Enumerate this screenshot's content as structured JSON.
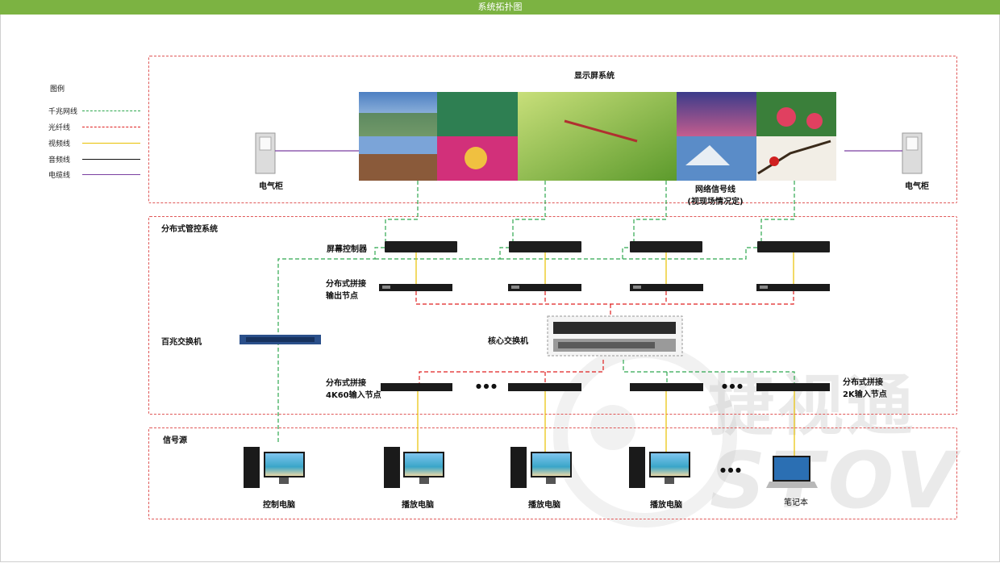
{
  "window": {
    "title": "系统拓扑图"
  },
  "legend": {
    "title": "图例",
    "items": [
      {
        "label": "千兆网线",
        "color": "#2fa84f",
        "style": "dashed"
      },
      {
        "label": "光纤线",
        "color": "#e02020",
        "style": "dashed"
      },
      {
        "label": "视频线",
        "color": "#e8c000",
        "style": "solid"
      },
      {
        "label": "音频线",
        "color": "#111111",
        "style": "solid"
      },
      {
        "label": "电缆线",
        "color": "#7a3fa0",
        "style": "solid"
      }
    ]
  },
  "display_system": {
    "title": "显示屏系统",
    "left_cabinet": "电气柜",
    "right_cabinet": "电气柜",
    "network_label_line1": "网络信号线",
    "network_label_line2": "(视现场情况定)"
  },
  "distributed_system": {
    "title": "分布式管控系统",
    "screen_controller": "屏幕控制器",
    "output_node_line1": "分布式拼接",
    "output_node_line2": "输出节点",
    "switch_100m": "百兆交换机",
    "core_switch": "核心交换机",
    "input_4k_line1": "分布式拼接",
    "input_4k_line2": "4K60输入节点",
    "input_2k_line1": "分布式拼接",
    "input_2k_line2": "2K输入节点",
    "ellipsis": "● ● ●"
  },
  "signal_source": {
    "title": "信号源",
    "pcs": [
      "控制电脑",
      "播放电脑",
      "播放电脑",
      "播放电脑"
    ],
    "laptop": "笔记本",
    "ellipsis": "● ● ●"
  },
  "watermark": {
    "cn": "捷视通",
    "en": "STOV"
  },
  "colors": {
    "titlebar": "#7cb342",
    "border": "#e05858"
  }
}
